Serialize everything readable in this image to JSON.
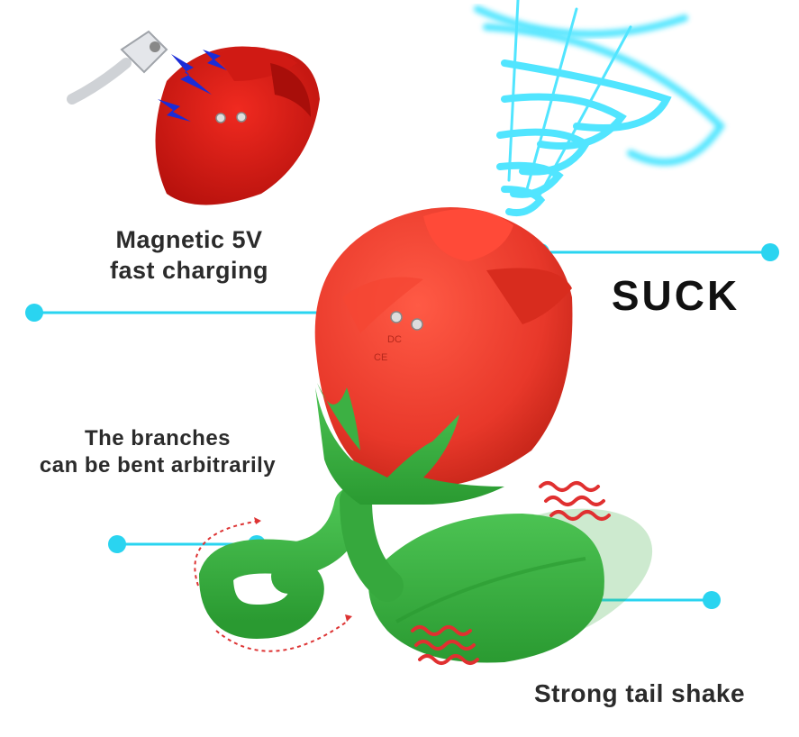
{
  "labels": {
    "magnetic_line1": "Magnetic 5V",
    "magnetic_line2": "fast charging",
    "branches_line1": "The branches",
    "branches_line2": "can be bent arbitrarily",
    "suck": "SUCK",
    "tail": "Strong tail shake"
  },
  "product_markings": {
    "dc": "DC",
    "ce": "CE"
  },
  "colors": {
    "rose_red": "#e8382a",
    "rose_dark": "#c42418",
    "leaf_green": "#3cb043",
    "leaf_dark": "#24872b",
    "callout_cyan": "#2ad4f0",
    "suction_cyan": "#3fe3ff",
    "lightning_blue": "#1a2cd8",
    "vibration_red": "#e03030"
  },
  "icons": [
    "charging-cable-icon",
    "lightning-icon",
    "suction-vortex-icon",
    "vibration-wave-icon",
    "rotation-arrow-icon"
  ]
}
